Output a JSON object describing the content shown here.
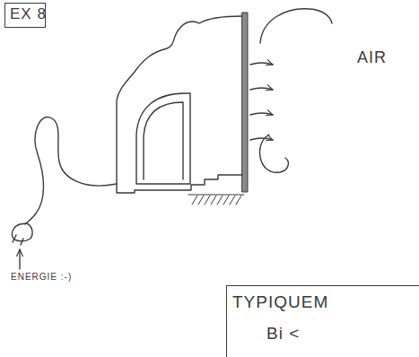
{
  "diagram": {
    "nodes": [
      {
        "text": [
          "EX 8"
        ]
      },
      {
        "text": [
          "TYPIQUEM",
          "Bi <"
        ]
      }
    ],
    "labels": [
      "AIR",
      "ENERGIE :-)"
    ]
  }
}
